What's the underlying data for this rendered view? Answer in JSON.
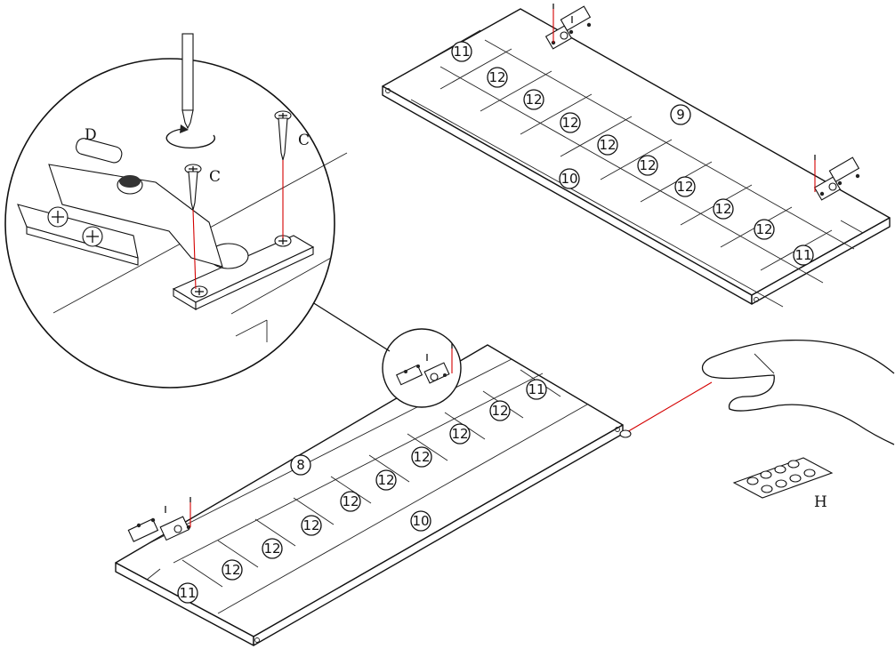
{
  "part_labels": {
    "p8": "8",
    "p9": "9",
    "p10": "10",
    "p11": "11",
    "p12": "12"
  },
  "letter_labels": {
    "c1": "C",
    "c2": "C",
    "d": "D",
    "h": "H"
  },
  "icons": [
    "screwdriver-icon",
    "rotate-arrow-icon",
    "hinge-icon",
    "screw-icon",
    "hand-icon",
    "bumper-pads-icon"
  ]
}
